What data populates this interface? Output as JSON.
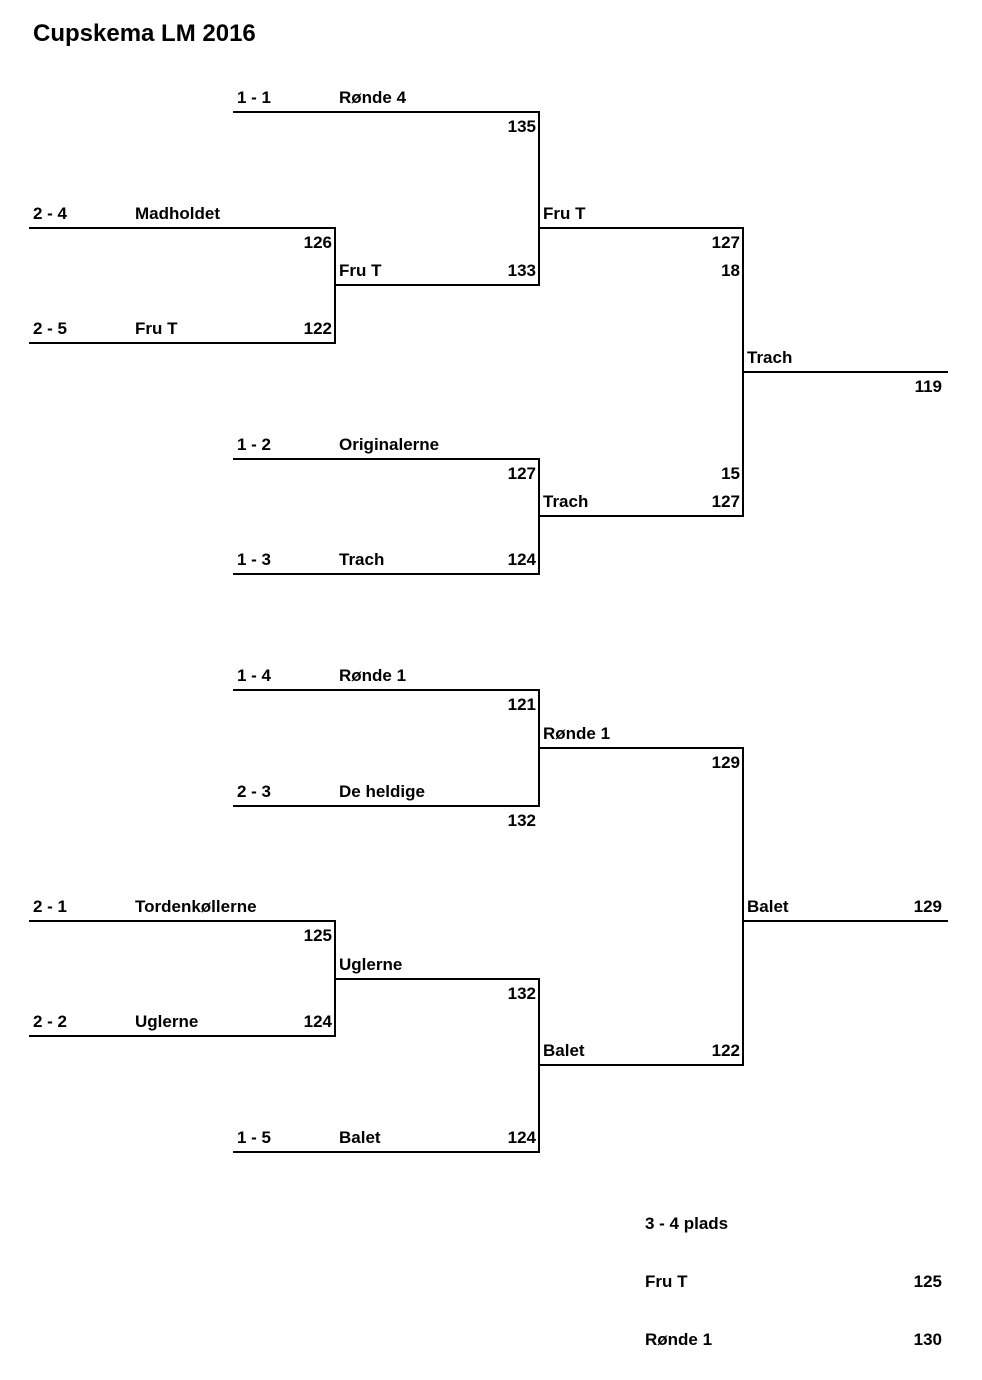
{
  "title": "Cupskema LM 2016",
  "upper_bracket": {
    "m11": {
      "seed": "1 - 1",
      "team": "Rønde 4",
      "score": "135"
    },
    "m24": {
      "seed": "2 - 4",
      "team": "Madholdet",
      "score": "126"
    },
    "m25": {
      "seed": "2 - 5",
      "team": "Fru T",
      "score": "122"
    },
    "qf1_winner": {
      "team": "Fru T",
      "score": "133"
    },
    "sf1_winner": {
      "team": "Fru T",
      "score": "127",
      "extra": "18"
    },
    "m12": {
      "seed": "1 - 2",
      "team": "Originalerne",
      "score": "127"
    },
    "m13": {
      "seed": "1 - 3",
      "team": "Trach",
      "score": "124"
    },
    "sf2_winner": {
      "team": "Trach",
      "score": "127",
      "extra": "15"
    },
    "final_winner": {
      "team": "Trach",
      "score": "119"
    }
  },
  "lower_bracket": {
    "m14": {
      "seed": "1 - 4",
      "team": "Rønde 1",
      "score": "121"
    },
    "m23": {
      "seed": "2 - 3",
      "team": "De heldige",
      "score": "132"
    },
    "sf1_winner": {
      "team": "Rønde 1",
      "score": "129"
    },
    "m21": {
      "seed": "2 - 1",
      "team": "Tordenkøllerne",
      "score": "125"
    },
    "m22": {
      "seed": "2 - 2",
      "team": "Uglerne",
      "score": "124"
    },
    "qf_winner": {
      "team": "Uglerne",
      "score": "132"
    },
    "m15": {
      "seed": "1 - 5",
      "team": "Balet",
      "score": "124"
    },
    "sf2_winner": {
      "team": "Balet",
      "score": "122"
    },
    "final_winner": {
      "team": "Balet",
      "score": "129"
    }
  },
  "third_place": {
    "heading": "3 - 4 plads",
    "rows": [
      {
        "team": "Fru T",
        "score": "125"
      },
      {
        "team": "Rønde 1",
        "score": "130"
      }
    ]
  }
}
